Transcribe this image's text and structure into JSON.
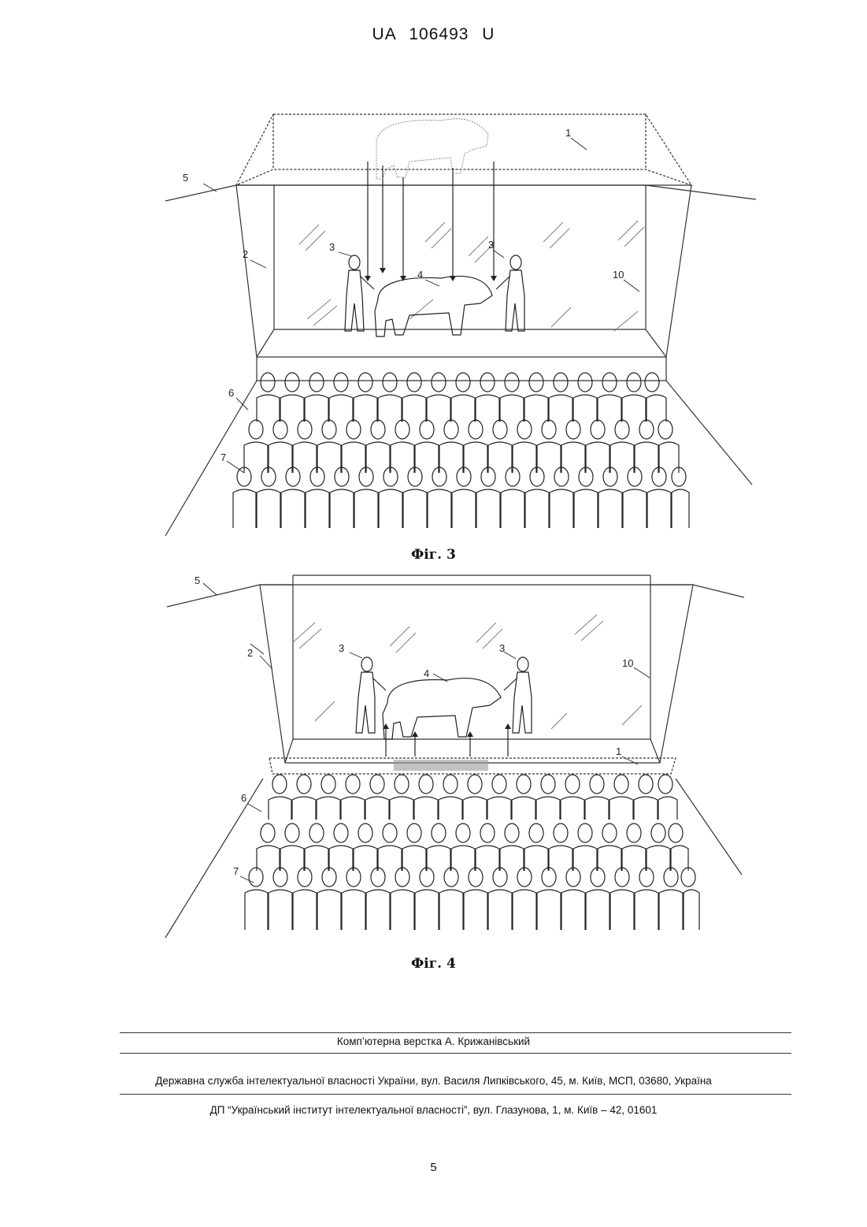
{
  "header": {
    "document_number": "UA   106493   U"
  },
  "figure3": {
    "caption": "Фіг. 3",
    "labels": {
      "hologram": "1",
      "screen": "2",
      "actor_left": "3",
      "actor_right": "3",
      "animal": "4",
      "ceiling": "5",
      "hall": "6",
      "viewer": "7",
      "glass": "10"
    }
  },
  "figure4": {
    "caption": "Фіг. 4",
    "labels": {
      "hologram": "1",
      "screen": "2",
      "actor_left": "3",
      "actor_right": "3",
      "animal": "4",
      "ceiling": "5",
      "hall": "6",
      "viewer": "7",
      "glass": "10"
    }
  },
  "footer": {
    "layout_credit": "Комп’ютерна верстка А. Крижанівський",
    "publisher": "Державна служба інтелектуальної власності України, вул. Василя Липківського, 45, м. Київ, МСП, 03680, Україна",
    "institute": "ДП “Український інститут інтелектуальної власності”, вул. Глазунова, 1, м. Київ – 42, 01601"
  },
  "page_number": "5"
}
